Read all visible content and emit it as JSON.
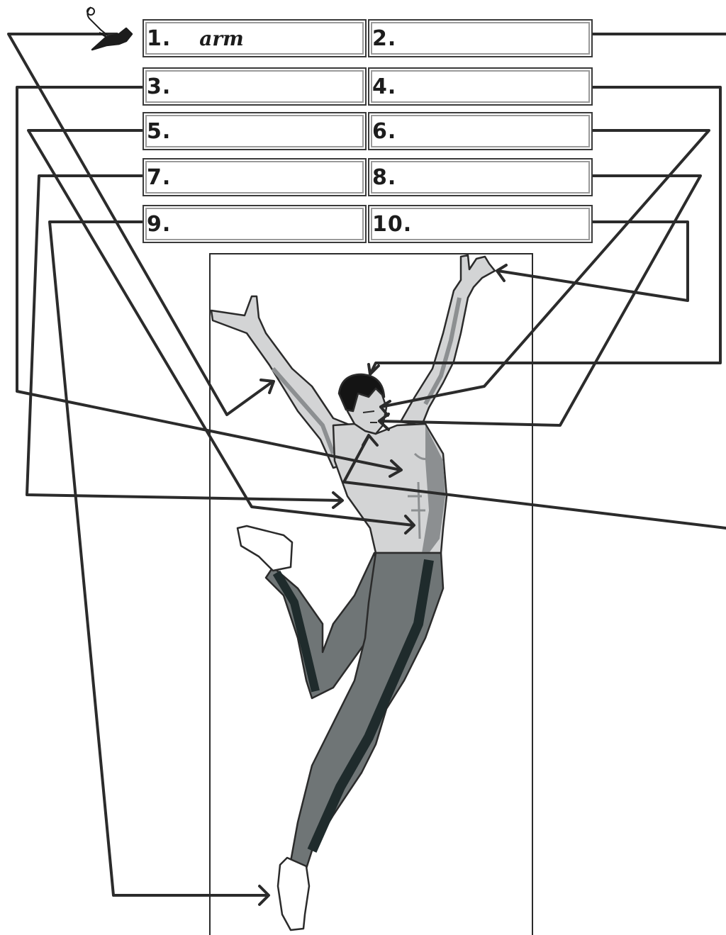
{
  "worksheet": {
    "labels": [
      {
        "number": "1.",
        "answer": "arm"
      },
      {
        "number": "2.",
        "answer": ""
      },
      {
        "number": "3.",
        "answer": ""
      },
      {
        "number": "4.",
        "answer": ""
      },
      {
        "number": "5.",
        "answer": ""
      },
      {
        "number": "6.",
        "answer": ""
      },
      {
        "number": "7.",
        "answer": ""
      },
      {
        "number": "8.",
        "answer": ""
      },
      {
        "number": "9.",
        "answer": ""
      },
      {
        "number": "10.",
        "answer": ""
      }
    ]
  },
  "colors": {
    "line": "#2b2b2b",
    "skin": "#d3d4d5",
    "skin_shadow": "#8c8f91",
    "tights": "#6f7576",
    "tights_dark": "#1f2b2c",
    "hair": "#141414"
  },
  "icons": [
    "mouse-pointer-icon"
  ]
}
